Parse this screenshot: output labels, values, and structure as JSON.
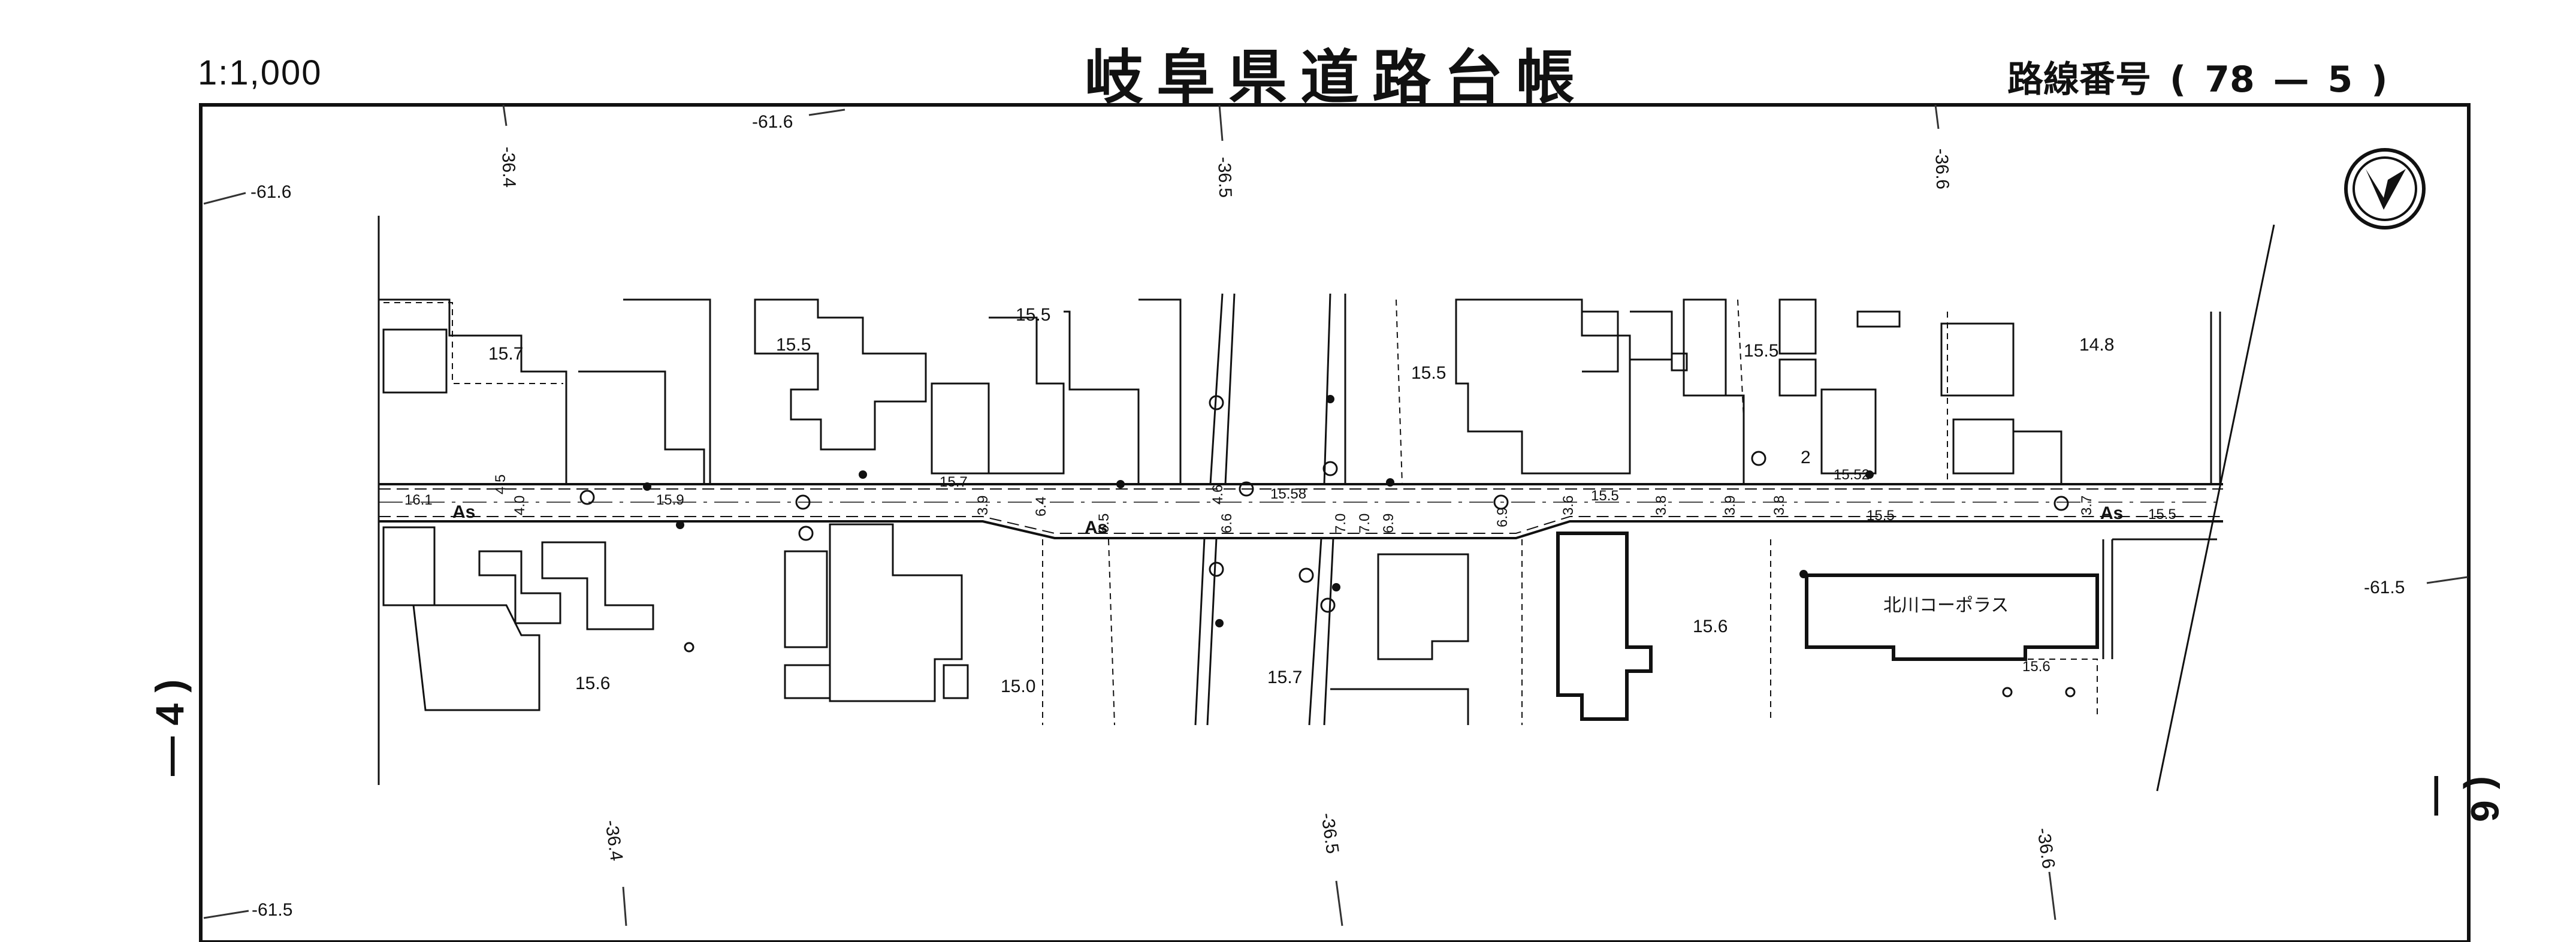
{
  "header": {
    "scale": "1:1,000",
    "title": "岐阜県道路台帳",
    "route_label": "路線番号",
    "route_open": "(",
    "route_number": "78",
    "route_dash": "—",
    "route_sub": "5",
    "route_close": ")"
  },
  "side": {
    "left": "— 4 )",
    "right": "( 6 —"
  },
  "contours": {
    "top": [
      "-61.6",
      "-61.6"
    ],
    "right": "-61.5",
    "bottom": "-61.5"
  },
  "grid_labels": {
    "top": [
      "-36.4",
      "-36.5",
      "-36.6"
    ],
    "bottom": [
      "-36.4",
      "-36.5",
      "-36.6"
    ]
  },
  "elevations": [
    "15.7",
    "15.5",
    "15.5",
    "15.5",
    "15.5",
    "14.8",
    "16.1",
    "15.9",
    "15.7",
    "15.58",
    "15.5",
    "15.52",
    "15.5",
    "15.5",
    "15.6",
    "15.0",
    "15.7",
    "15.6",
    "15.6"
  ],
  "road_surface": [
    "As",
    "As",
    "As"
  ],
  "widths": [
    "4.5",
    "4.0",
    "3.9",
    "6.4",
    "6.5",
    "6.6",
    "4.6",
    "7.0",
    "7.0",
    "6.9",
    "6.9",
    "3.6",
    "3.8",
    "3.9",
    "3.8",
    "3.7"
  ],
  "lot_number": "2",
  "building_name": "北川コーポラス",
  "north_icon": "north-arrow-icon"
}
